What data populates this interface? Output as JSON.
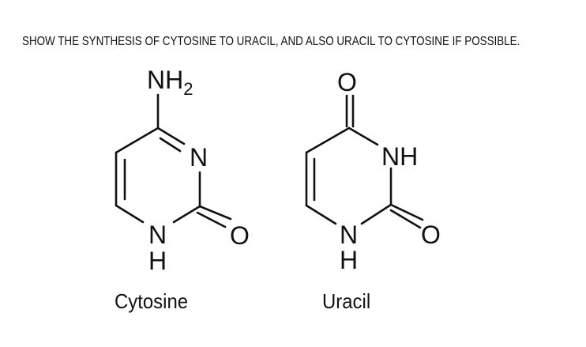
{
  "question": {
    "text": "SHOW THE SYNTHESIS OF CYTOSINE TO URACIL, AND ALSO URACIL TO CYTOSINE IF POSSIBLE."
  },
  "molecules": [
    {
      "name": "Cytosine",
      "atom_labels": {
        "amine_N": "NH",
        "amine_sub": "2",
        "ring_N3": "N",
        "ring_N1": "N",
        "ring_N1_H": "H",
        "carbonyl_O": "O"
      }
    },
    {
      "name": "Uracil",
      "atom_labels": {
        "carbonyl_O4": "O",
        "ring_N3": "NH",
        "ring_N1": "N",
        "ring_N1_H": "H",
        "carbonyl_O2": "O"
      }
    }
  ],
  "colors": {
    "background": "#ffffff",
    "ink": "#111111"
  }
}
